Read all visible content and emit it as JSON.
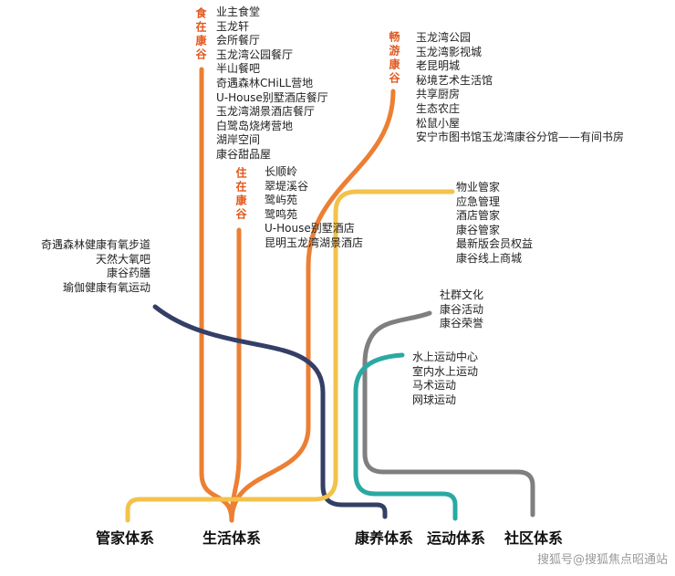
{
  "colors": {
    "orange": "#EC7F33",
    "branch_label": "#E2571C",
    "yellow": "#F3C24B",
    "navy": "#333F66",
    "teal": "#2AA9A2",
    "gray": "#7F7F7F",
    "text": "#222222",
    "watermark": "#9B9B9B"
  },
  "branches": {
    "eat": {
      "label": "食在康谷",
      "items": [
        "业主食堂",
        "玉龙轩",
        "会所餐厅",
        "玉龙湾公园餐厅",
        "半山餐吧",
        "奇遇森林CHiLL营地",
        "U-House别墅酒店餐厅",
        "玉龙湾湖景酒店餐厅",
        "白鹭岛烧烤营地",
        "湖岸空间",
        "康谷甜品屋"
      ]
    },
    "tour": {
      "label": "畅游康谷",
      "items": [
        "玉龙湾公园",
        "玉龙湾影视城",
        "老昆明城",
        "秘境艺术生活馆",
        "共享厨房",
        "生态农庄",
        "松鼠小屋",
        "安宁市图书馆玉龙湾康谷分馆——有间书房"
      ]
    },
    "live": {
      "label": "住在康谷",
      "items": [
        "长顺岭",
        "翠堤溪谷",
        "鹭屿苑",
        "鹭鸣苑",
        "U-House别墅酒店",
        "昆明玉龙湾湖景酒店"
      ]
    },
    "health": {
      "items": [
        "奇遇森林健康有氧步道",
        "天然大氧吧",
        "康谷药膳",
        "瑜伽健康有氧运动"
      ]
    },
    "butler": {
      "items": [
        "物业管家",
        "应急管理",
        "酒店管家",
        "康谷管家",
        "最新版会员权益",
        "康谷线上商城"
      ]
    },
    "community": {
      "items": [
        "社群文化",
        "康谷活动",
        "康谷荣誉"
      ]
    },
    "sport": {
      "items": [
        "水上运动中心",
        "室内水上运动",
        "马术运动",
        "网球运动"
      ]
    }
  },
  "systems": {
    "butler": "管家体系",
    "life": "生活体系",
    "health": "康养体系",
    "sport": "运动体系",
    "community": "社区体系"
  },
  "watermark": "搜狐号@搜狐焦点昭通站"
}
